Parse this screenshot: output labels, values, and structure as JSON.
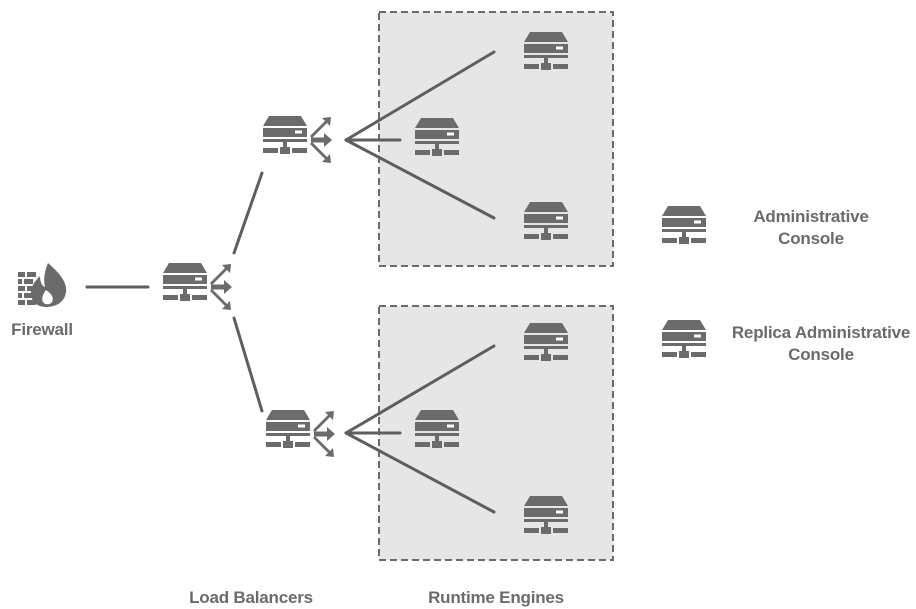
{
  "labels": {
    "firewall": "Firewall",
    "load_balancers": "Load Balancers",
    "runtime_engines": "Runtime Engines",
    "admin_console_line1": "Administrative",
    "admin_console_line2": "Console",
    "replica_console_line1": "Replica Administrative",
    "replica_console_line2": "Console"
  },
  "icons": {
    "firewall": "firewall-icon",
    "load_balancer": "load-balancer-icon",
    "server": "server-icon"
  },
  "colors": {
    "icon": "#6b6b6b",
    "connector": "#5e5e5e",
    "group_fill": "#e6e6e6",
    "group_border": "#6b6b6b",
    "text": "#6b6b6b"
  }
}
